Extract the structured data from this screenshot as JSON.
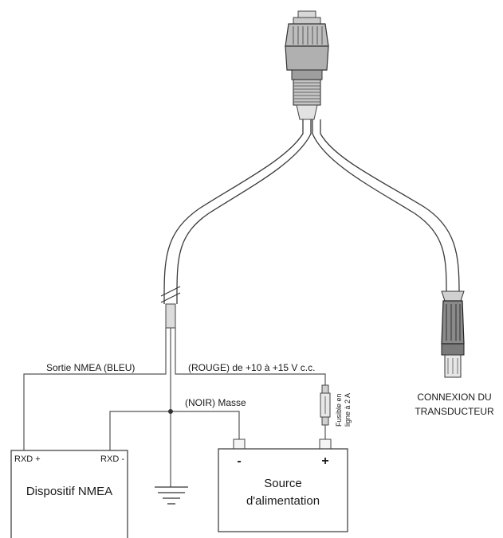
{
  "labels": {
    "nmea_out": "Sortie NMEA (BLEU)",
    "power_in": "(ROUGE) de +10 à +15 V c.c.",
    "ground": "(NOIR) Masse",
    "fuse_line1": "Fusible en",
    "fuse_line2": "ligne à 2 A",
    "transducer_line1": "CONNEXION DU",
    "transducer_line2": "TRANSDUCTEUR",
    "rxd_plus": "RXD +",
    "rxd_minus": "RXD -",
    "nmea_device": "Dispositif NMEA",
    "power_source_line1": "Source",
    "power_source_line2": "d'alimentation",
    "terminal_minus": "-",
    "terminal_plus": "+"
  },
  "icons": [
    "multipin-connector-icon",
    "transducer-plug-icon",
    "inline-fuse-icon",
    "earth-ground-icon"
  ]
}
